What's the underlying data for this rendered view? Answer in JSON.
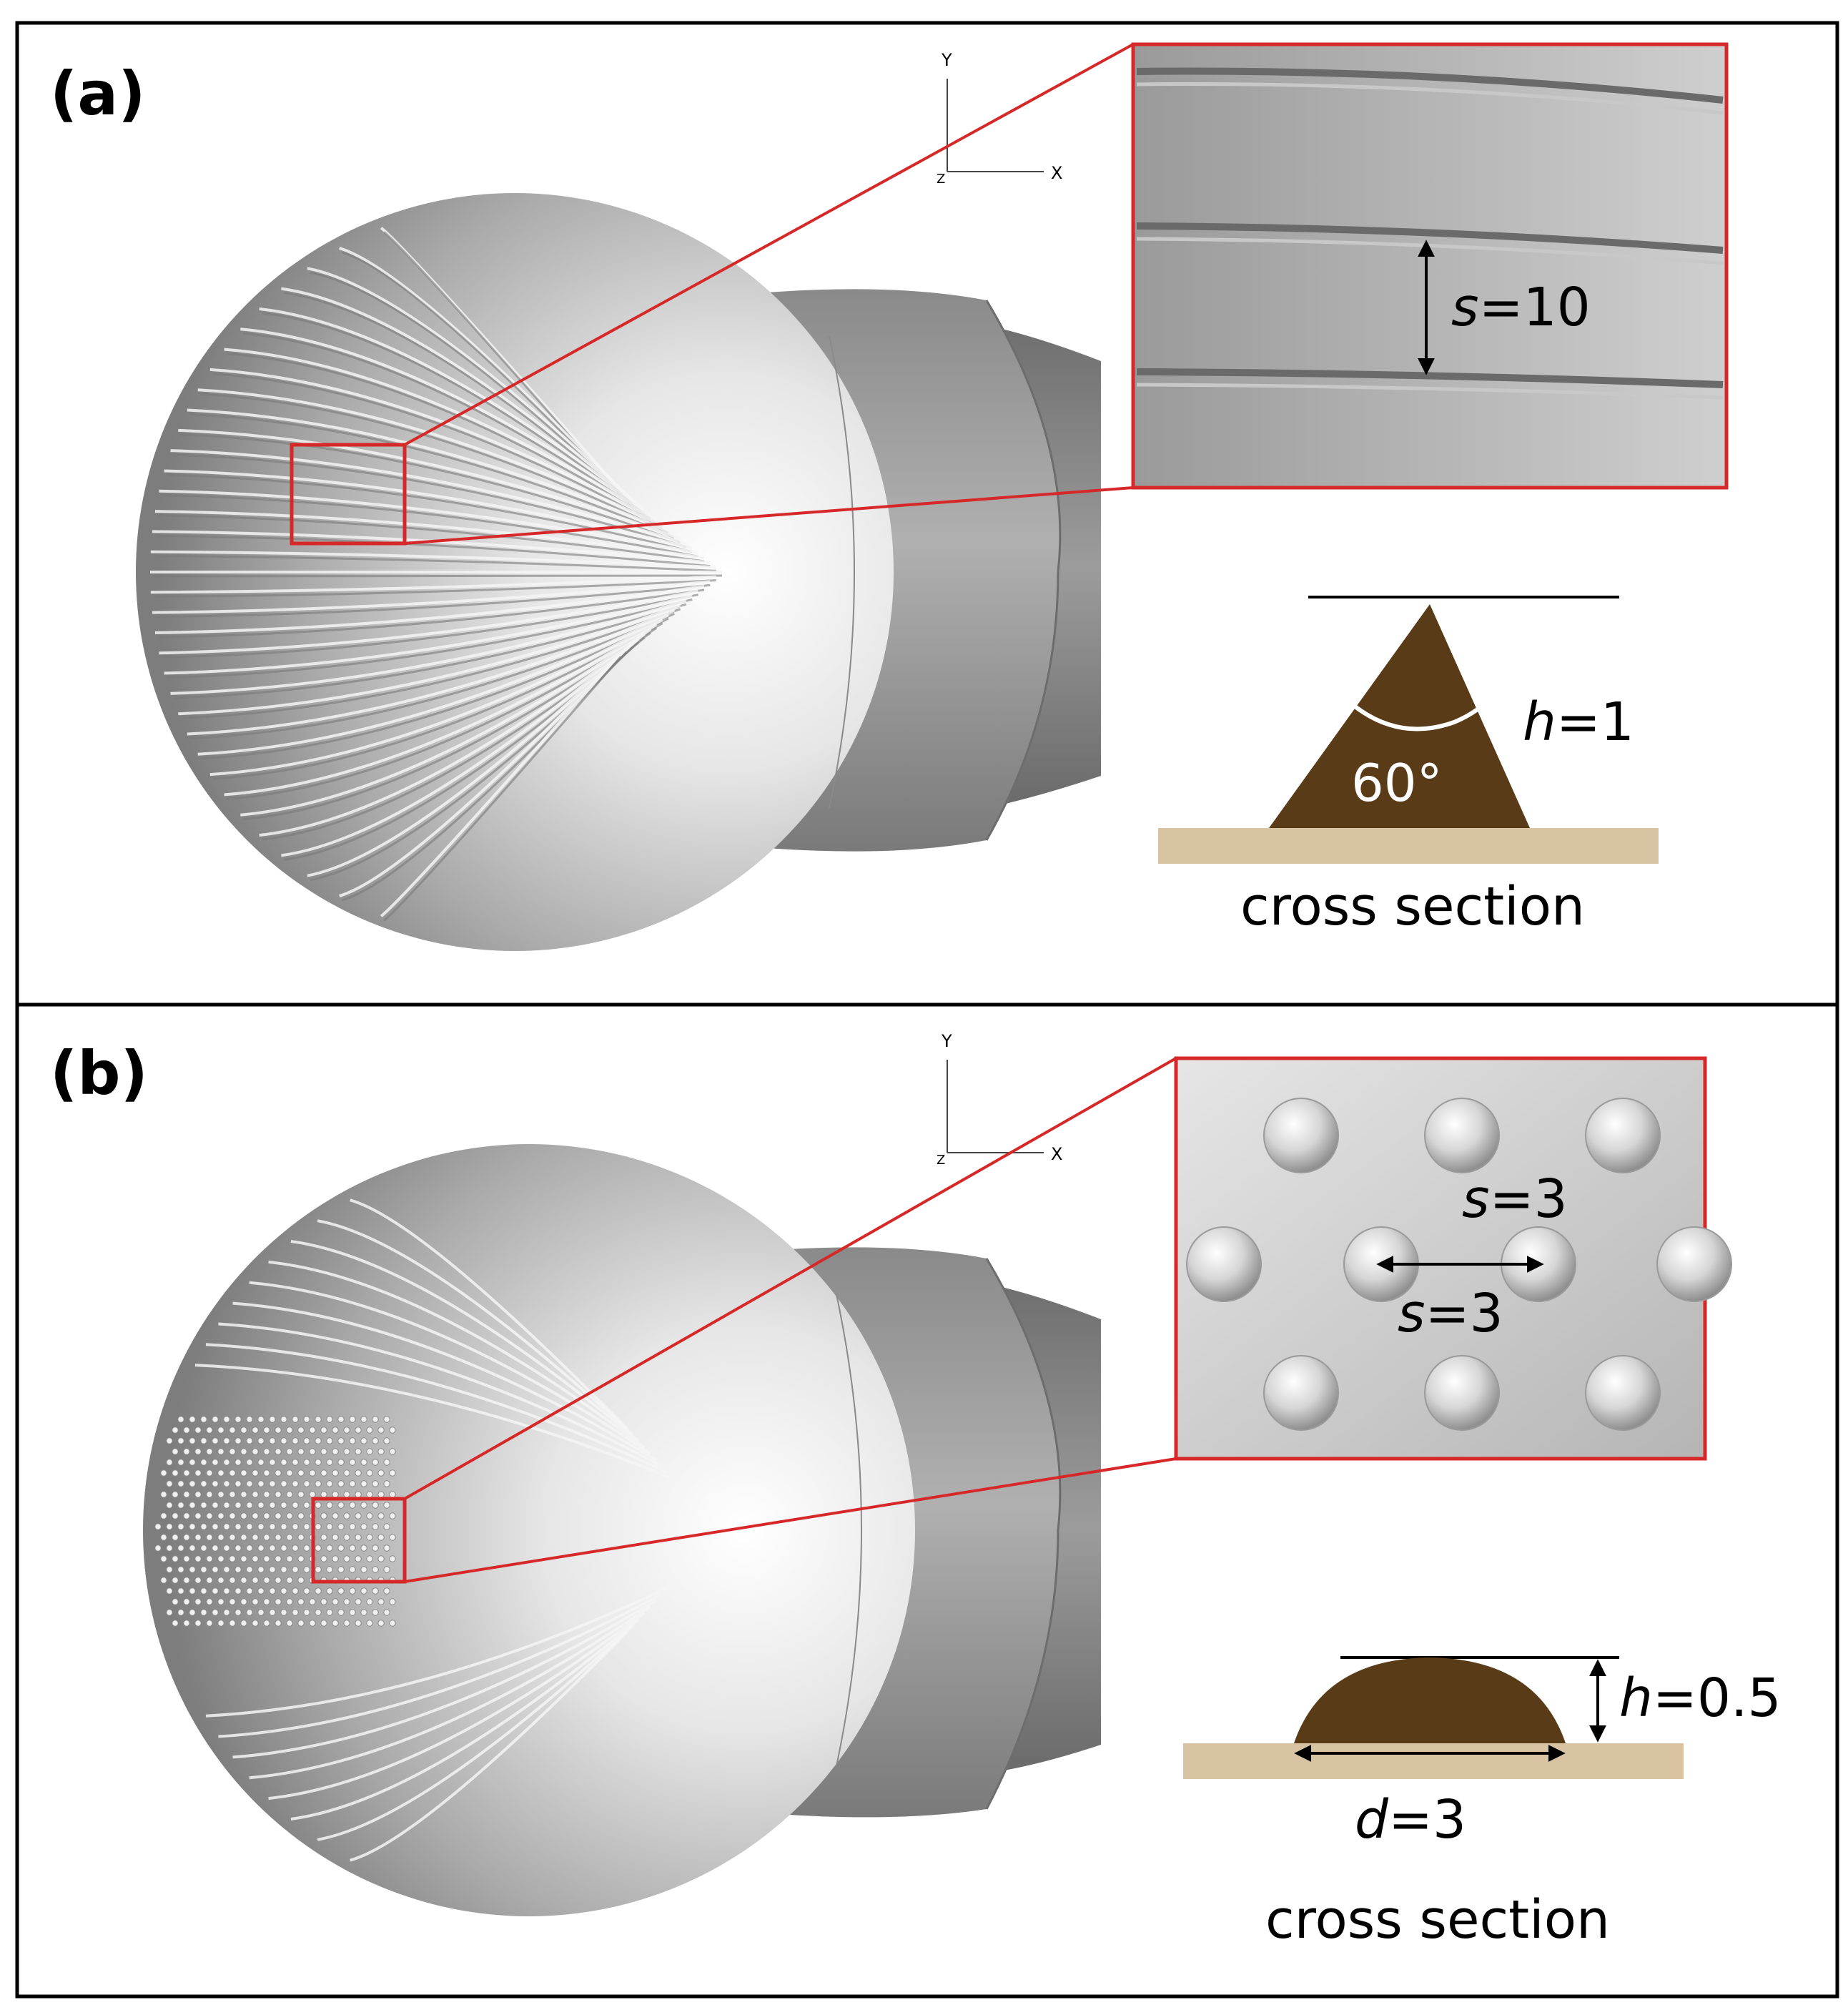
{
  "panel_a": {
    "label": "(a)",
    "axes": {
      "y": "Y",
      "x": "X",
      "z": "Z"
    },
    "spacing": {
      "var": "s",
      "eq": "=10"
    },
    "height": {
      "var": "h",
      "eq": "=1"
    },
    "angle": "60°",
    "caption": "cross section"
  },
  "panel_b": {
    "label": "(b)",
    "axes": {
      "y": "Y",
      "x": "X",
      "z": "Z"
    },
    "spacing_1": {
      "var": "s",
      "eq": "=3"
    },
    "spacing_2": {
      "var": "s",
      "eq": "=3"
    },
    "height": {
      "var": "h",
      "eq": "=0.5"
    },
    "diameter": {
      "var": "d",
      "eq": "=3"
    },
    "caption": "cross section"
  },
  "colors": {
    "highlight": "#d62828",
    "rib": "#5a3b18",
    "base": "#d8c3a3",
    "body": "#9a9a9a"
  }
}
